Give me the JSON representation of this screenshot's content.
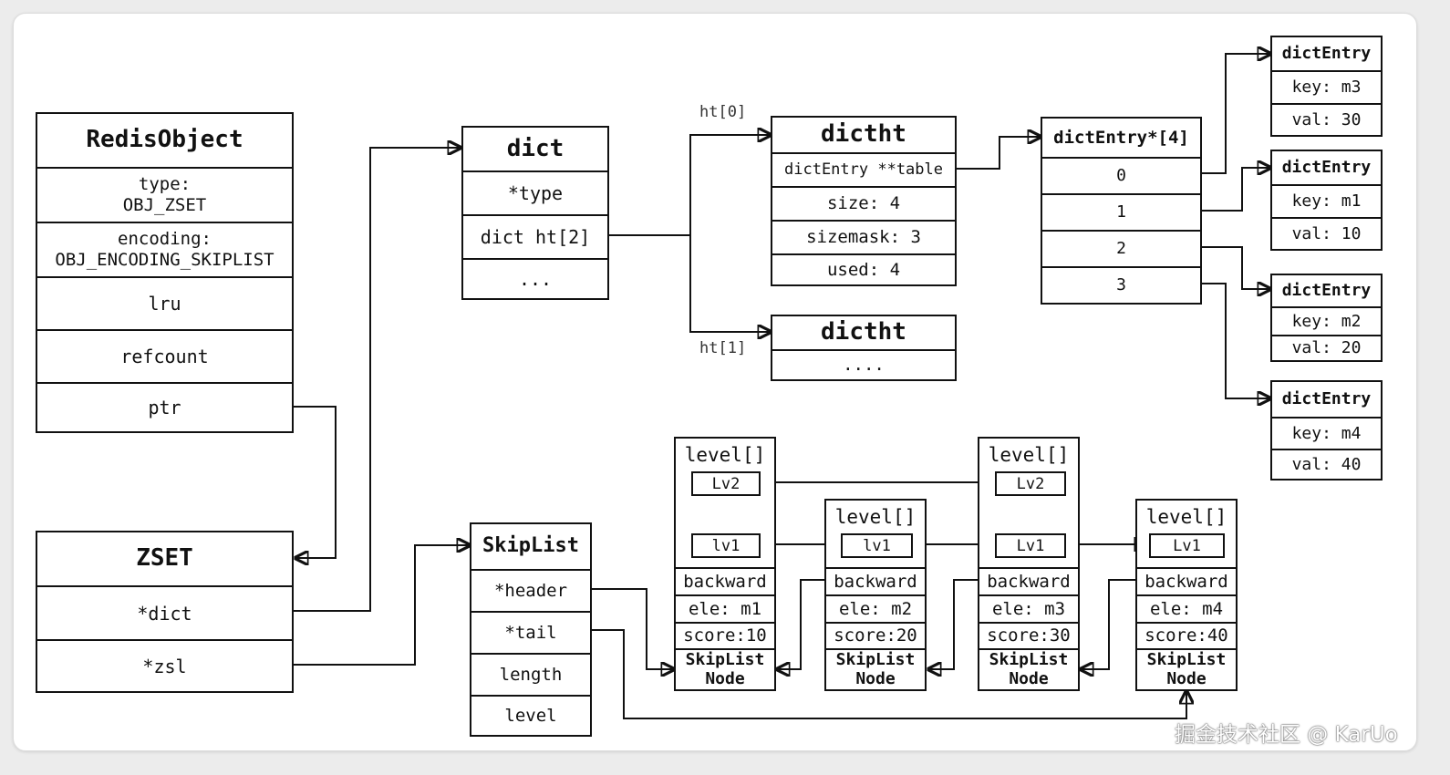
{
  "redis_object": {
    "title": "RedisObject",
    "fields": [
      {
        "line1": "type:",
        "line2": "OBJ_ZSET"
      },
      {
        "line1": "encoding:",
        "line2": "OBJ_ENCODING_SKIPLIST"
      },
      {
        "line1": "lru"
      },
      {
        "line1": "refcount"
      },
      {
        "line1": "ptr"
      }
    ]
  },
  "zset": {
    "title": "ZSET",
    "fields": [
      "*dict",
      "*zsl"
    ]
  },
  "dict": {
    "title": "dict",
    "fields": [
      "*type",
      "dict ht[2]",
      "..."
    ]
  },
  "labels": {
    "ht0": "ht[0]",
    "ht1": "ht[1]"
  },
  "dictht0": {
    "title": "dictht",
    "fields": [
      "dictEntry **table",
      "size: 4",
      "sizemask: 3",
      "used: 4"
    ]
  },
  "dictht1": {
    "title": "dictht",
    "fields": [
      "...."
    ]
  },
  "bucket_array": {
    "title": "dictEntry*[4]",
    "slots": [
      "0",
      "1",
      "2",
      "3"
    ]
  },
  "dict_entries": [
    {
      "title": "dictEntry",
      "key": "key: m3",
      "val": "val: 30"
    },
    {
      "title": "dictEntry",
      "key": "key: m1",
      "val": "val: 10"
    },
    {
      "title": "dictEntry",
      "key": "key: m2",
      "val": "val: 20"
    },
    {
      "title": "dictEntry",
      "key": "key: m4",
      "val": "val: 40"
    }
  ],
  "skiplist": {
    "title": "SkipList",
    "fields": [
      "*header",
      "*tail",
      "length",
      "level"
    ]
  },
  "nodes": [
    {
      "level_label": "level[]",
      "lv2": "Lv2",
      "lv1": "lv1",
      "backward": "backward",
      "ele": "ele: m1",
      "score": "score:10",
      "type_line1": "SkipList",
      "type_line2": "Node"
    },
    {
      "level_label": "level[]",
      "lv1": "lv1",
      "backward": "backward",
      "ele": "ele: m2",
      "score": "score:20",
      "type_line1": "SkipList",
      "type_line2": "Node"
    },
    {
      "level_label": "level[]",
      "lv2": "Lv2",
      "lv1": "Lv1",
      "backward": "backward",
      "ele": "ele: m3",
      "score": "score:30",
      "type_line1": "SkipList",
      "type_line2": "Node"
    },
    {
      "level_label": "level[]",
      "lv1": "Lv1",
      "backward": "backward",
      "ele": "ele: m4",
      "score": "score:40",
      "type_line1": "SkipList",
      "type_line2": "Node"
    }
  ],
  "watermark": "掘金技术社区 @ KarUo"
}
